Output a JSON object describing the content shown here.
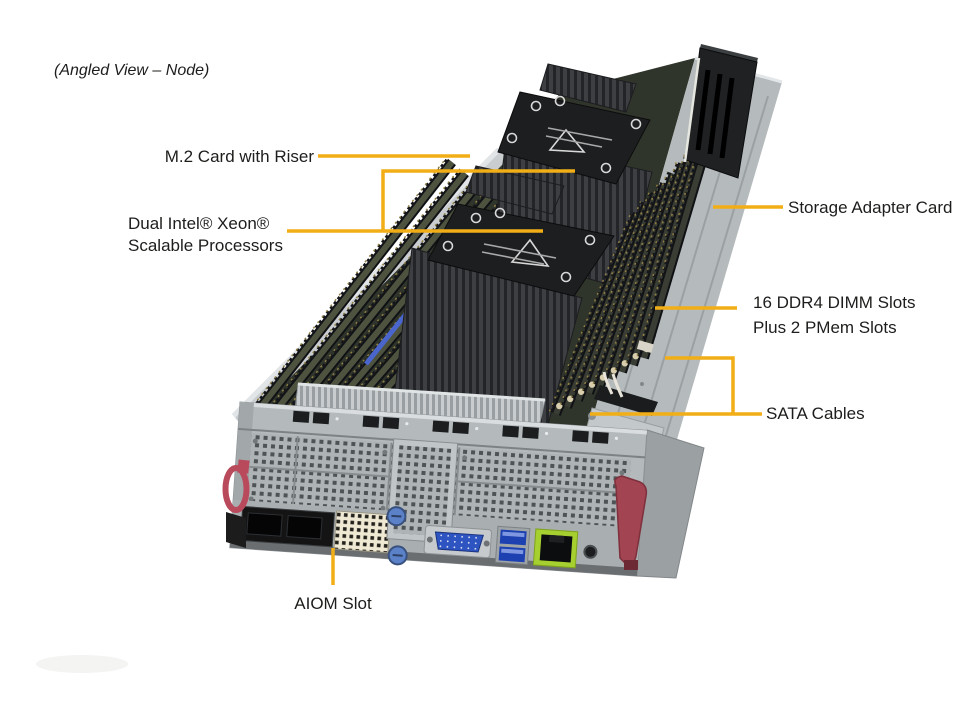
{
  "title": "(Angled View – Node)",
  "colors": {
    "callout_line": "#F2AE16",
    "label_text": "#1D1D1B",
    "background": "#FFFFFF",
    "chassis_gray": "#B5BABC",
    "heatsink_dark": "#26272A",
    "ethernet_green": "#A6D030",
    "vga_blue": "#2E54C1",
    "thumbscrew_blue": "#5B82C8",
    "latch_red": "#A24452"
  },
  "callouts": [
    {
      "id": "m2",
      "label": "M.2 Card with Riser"
    },
    {
      "id": "cpu",
      "lines": [
        "Dual Intel® Xeon®",
        "Scalable Processors"
      ]
    },
    {
      "id": "storage",
      "label": "Storage Adapter Card"
    },
    {
      "id": "dimm",
      "lines": [
        "16 DDR4 DIMM Slots",
        "Plus 2 PMem Slots"
      ]
    },
    {
      "id": "sata",
      "label": "SATA Cables"
    },
    {
      "id": "aiom",
      "label": "AIOM Slot"
    }
  ],
  "figure": {
    "description": "Angled photo of a dual-processor server node",
    "components": [
      "left-dimm-bank",
      "right-dimm-bank",
      "cpu-heatsink-1",
      "cpu-heatsink-2",
      "chipset-heatsink",
      "storage-adapter-card",
      "chassis-rail",
      "sata-cover",
      "front-panel",
      "aiom-mesh",
      "network-cage",
      "vga-port",
      "usb-ports",
      "ethernet-port",
      "red-latch-left",
      "red-latch-right",
      "pmem-slot"
    ]
  }
}
